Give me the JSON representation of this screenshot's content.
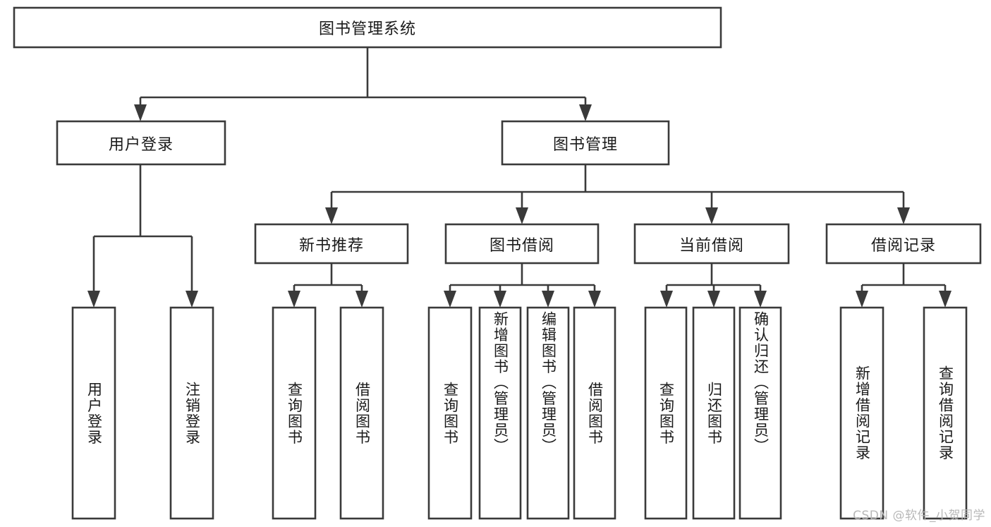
{
  "diagram": {
    "type": "hierarchy-tree",
    "title": "图书管理系统",
    "watermark": "CSDN @软件_小贺同学",
    "colors": {
      "background": "#ffffff",
      "stroke": "#3a3a3a",
      "text": "#1a1a1a",
      "watermark": "#b8b8b8"
    },
    "levels": {
      "root": {
        "label": "图书管理系统"
      },
      "level1": [
        {
          "label": "用户登录"
        },
        {
          "label": "图书管理"
        }
      ],
      "level2": [
        {
          "label": "新书推荐"
        },
        {
          "label": "图书借阅"
        },
        {
          "label": "当前借阅"
        },
        {
          "label": "借阅记录"
        }
      ],
      "leaves": {
        "user_login": [
          {
            "label": "用户登录"
          },
          {
            "label": "注销登录"
          }
        ],
        "new_book_recommend": [
          {
            "label": "查询图书"
          },
          {
            "label": "借阅图书"
          }
        ],
        "book_borrow": [
          {
            "label": "查询图书"
          },
          {
            "label": "新增图书（管理员）"
          },
          {
            "label": "编辑图书（管理员）"
          },
          {
            "label": "借阅图书"
          }
        ],
        "current_borrow": [
          {
            "label": "查询图书"
          },
          {
            "label": "归还图书"
          },
          {
            "label": "确认归还（管理员）"
          }
        ],
        "borrow_record": [
          {
            "label": "新增借阅记录"
          },
          {
            "label": "查询借阅记录"
          }
        ]
      }
    }
  }
}
